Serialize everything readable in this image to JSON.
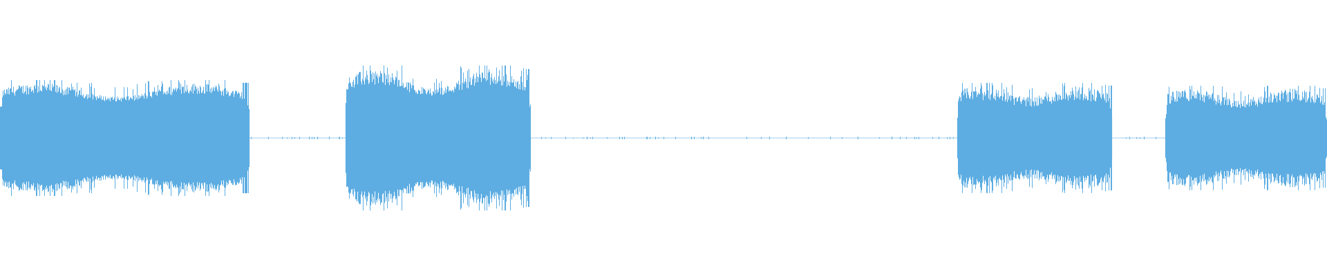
{
  "waveform": {
    "color": "#5dade2",
    "background": "#ffffff",
    "segments": [
      {
        "type": "burst",
        "start": 0.0,
        "end": 0.188,
        "amp_peak": 0.4,
        "amp_body": 0.3,
        "amp_min": 0.22
      },
      {
        "type": "silence",
        "start": 0.188,
        "end": 0.26
      },
      {
        "type": "burst",
        "start": 0.26,
        "end": 0.4,
        "amp_peak": 0.5,
        "amp_body": 0.36,
        "amp_min": 0.24
      },
      {
        "type": "silence",
        "start": 0.4,
        "end": 0.721
      },
      {
        "type": "burst",
        "start": 0.721,
        "end": 0.838,
        "amp_peak": 0.38,
        "amp_body": 0.3,
        "amp_min": 0.14
      },
      {
        "type": "silence",
        "start": 0.838,
        "end": 0.878
      },
      {
        "type": "burst",
        "start": 0.878,
        "end": 1.0,
        "amp_peak": 0.36,
        "amp_body": 0.28,
        "amp_min": 0.14
      }
    ]
  }
}
